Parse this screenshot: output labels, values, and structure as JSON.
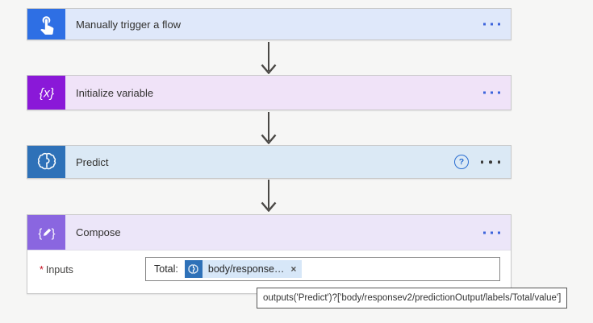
{
  "canvas": {
    "background": "#f6f6f5"
  },
  "steps": [
    {
      "title": "Manually trigger a flow",
      "icon": "hand-tap-icon",
      "icon_bg": "#2e6fe4",
      "bg": "#dfe8fa",
      "menu": "more-options"
    },
    {
      "title": "Initialize variable",
      "icon": "variable-icon",
      "icon_bg": "#8a18d8",
      "bg": "#f0e3f8",
      "menu": "more-options"
    },
    {
      "title": "Predict",
      "icon": "ai-builder-brain-icon",
      "icon_bg": "#2e71b8",
      "bg": "#dbe9f5",
      "help": "?",
      "menu": "more-options"
    },
    {
      "title": "Compose",
      "icon": "compose-braces-pencil-icon",
      "icon_bg": "#8a66e0",
      "bg": "#ece6f9",
      "menu": "more-options",
      "body": {
        "required_marker": "*",
        "label": "Inputs",
        "value_prefix": "Total:",
        "token": {
          "icon": "ai-builder-brain-icon",
          "label": "body/response…",
          "remove": "×",
          "bg": "#d7e7f8"
        }
      }
    }
  ],
  "icons": {
    "variable_glyph": "{x}",
    "compose_braces": [
      "{",
      "}"
    ]
  },
  "tooltip": {
    "text": "outputs('Predict')?['body/responsev2/predictionOutput/labels/Total/value']"
  },
  "connector": {
    "arrow_color": "#4a4845"
  }
}
